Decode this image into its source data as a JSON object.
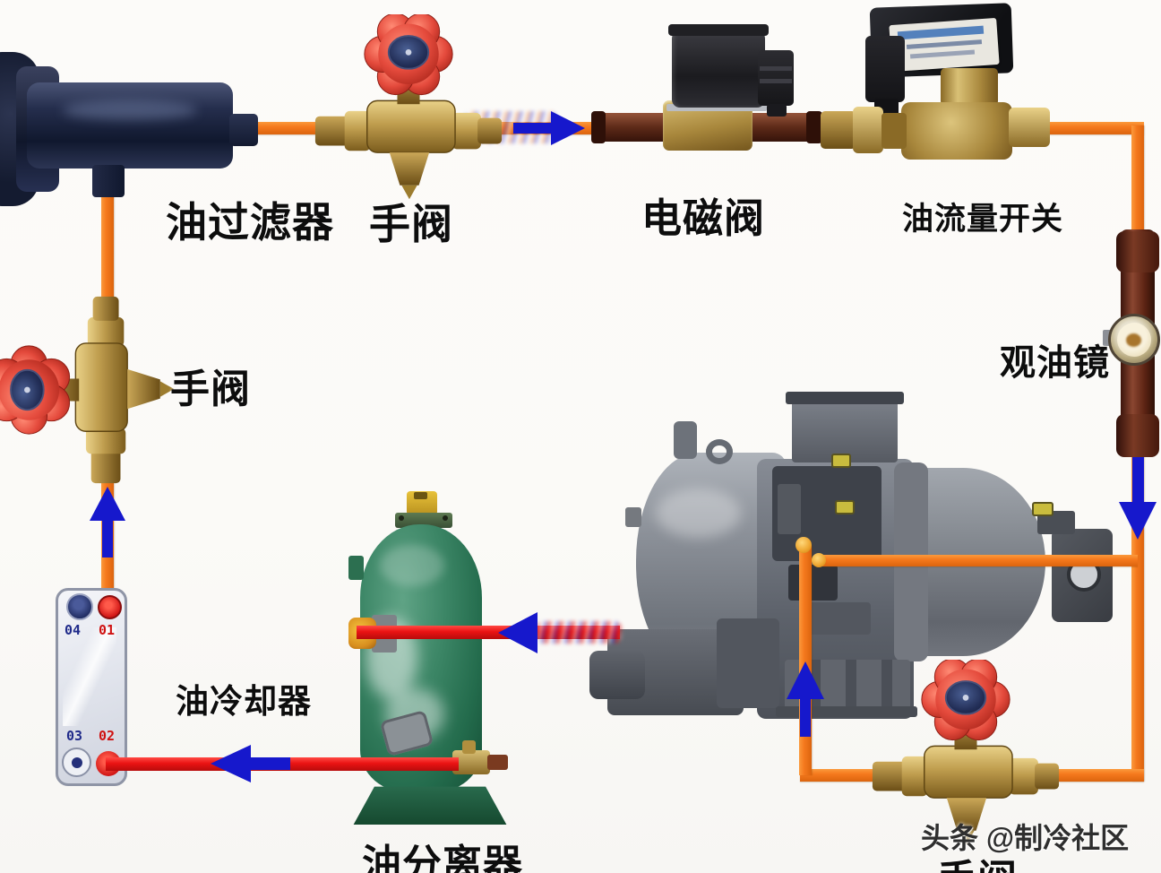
{
  "diagram_title": "oil-circuit-piping-diagram",
  "components": {
    "oil_filter": {
      "label": "油过滤器"
    },
    "hand_valve_top": {
      "label": "手阀"
    },
    "solenoid_valve": {
      "label": "电磁阀"
    },
    "oil_flow_switch": {
      "label": "油流量开关"
    },
    "sight_glass": {
      "label": "观油镜"
    },
    "hand_valve_left": {
      "label": "手阀"
    },
    "oil_cooler": {
      "label": "油冷却器",
      "ports": {
        "top_left": "04",
        "top_right": "01",
        "bottom_left": "03",
        "bottom_right": "02"
      }
    },
    "oil_separator": {
      "label": "油分离器"
    },
    "hand_valve_bottom": {
      "label": "手阀"
    }
  },
  "watermark": "头条 @制冷社区",
  "flow_arrows": [
    "right: hand-valve-top to solenoid-valve",
    "down: sight-glass to compressor inlet",
    "up: bottom pipe into compressor",
    "up: oil-cooler outlet through left hand-valve to oil-filter",
    "left: compressor to oil-separator",
    "left: oil-separator to oil-cooler"
  ],
  "colors": {
    "pipe_supply_orange": "#f5791d",
    "pipe_return_red": "#ea1313",
    "arrow_blue": "#1618cc",
    "separator_green": "#2f7d5a",
    "compressor_gray": "#82878f",
    "brass": "#bf9d4e",
    "copper": "#6b3322",
    "filter_navy": "#1c2440"
  }
}
